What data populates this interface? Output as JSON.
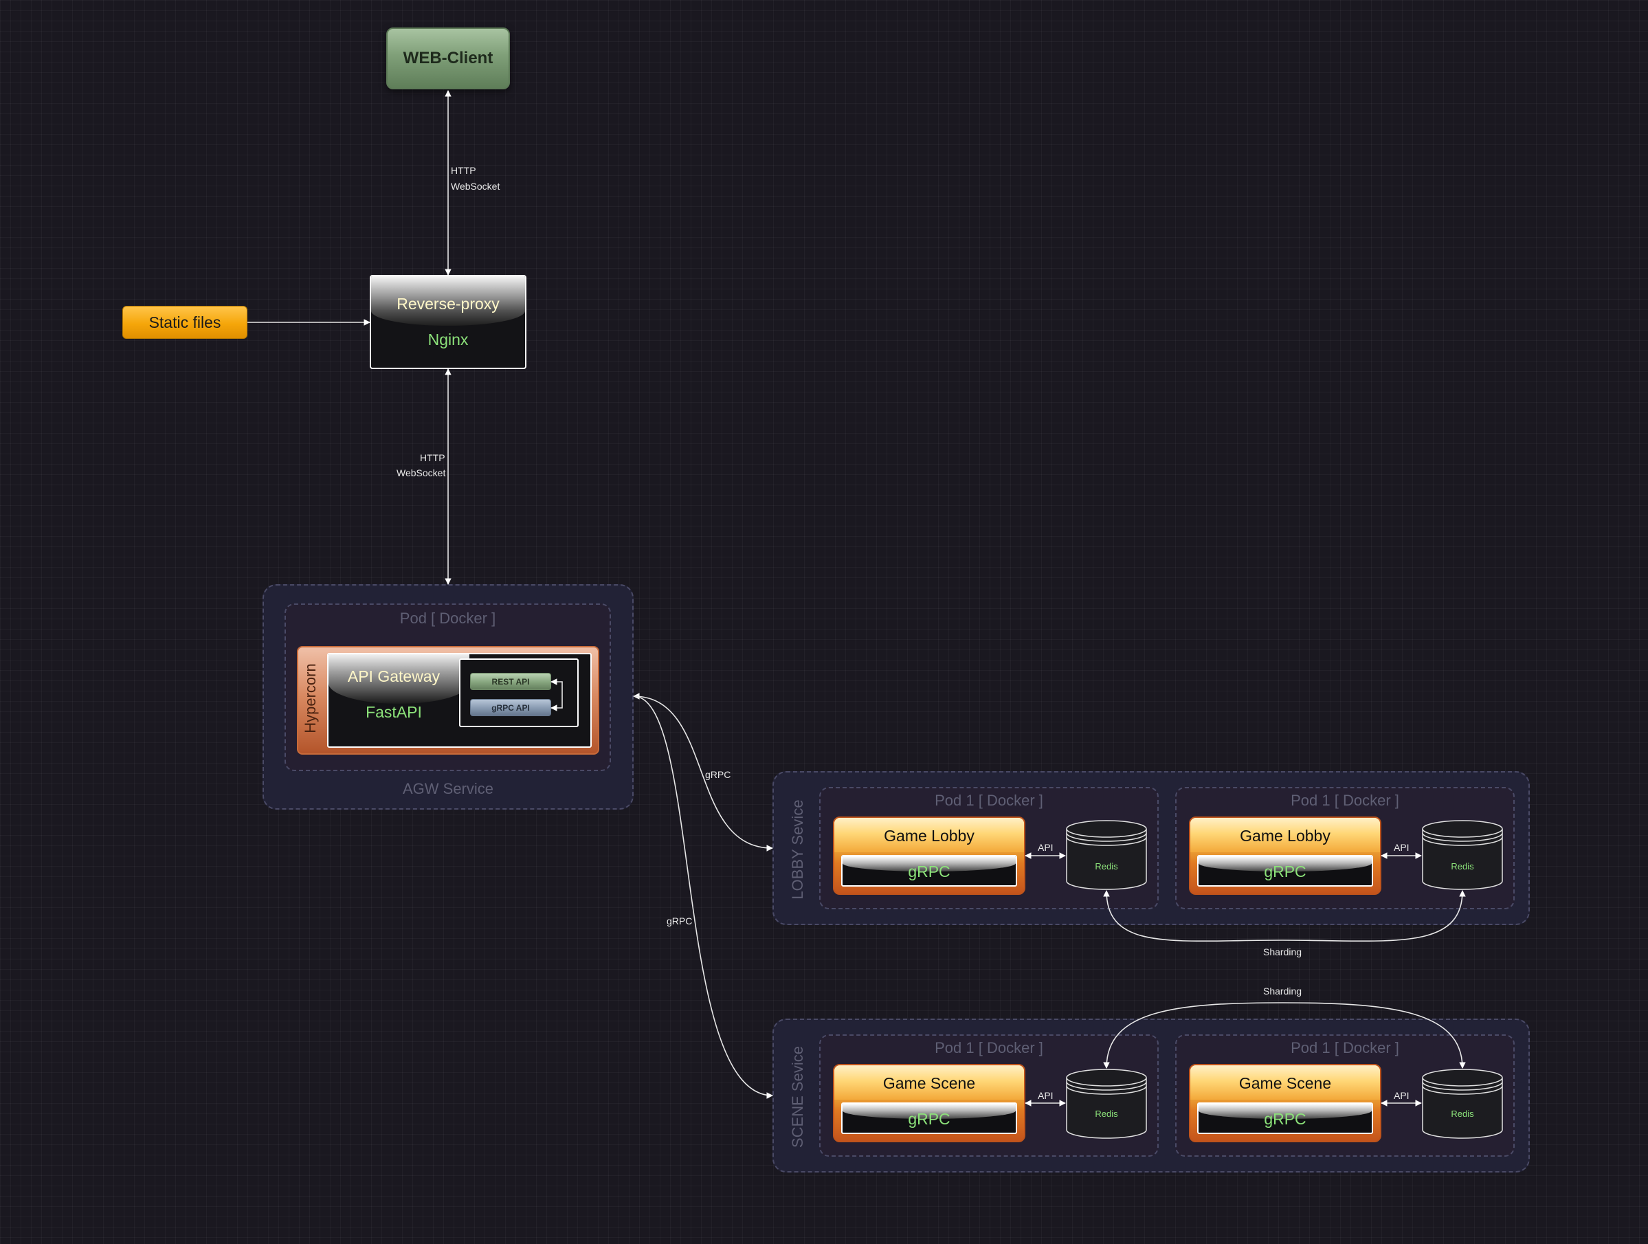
{
  "nodes": {
    "web_client": "WEB-Client",
    "static_files": "Static files",
    "reverse_proxy": {
      "title": "Reverse-proxy",
      "tech": "Nginx"
    },
    "api_gateway": {
      "title": "API Gateway",
      "tech": "FastAPI",
      "server": "Hypercorn"
    },
    "rest_api": "REST API",
    "grpc_api": "gRPC API"
  },
  "containers": {
    "agw_service": "AGW Service",
    "agw_pod": "Pod [ Docker ]",
    "lobby_service": "LOBBY Sevice",
    "scene_service": "SCENE Sevice",
    "pod_title": "Pod 1 [ Docker ]"
  },
  "lobby": {
    "component": "Game Lobby",
    "protocol": "gRPC",
    "db": "Redis"
  },
  "scene": {
    "component": "Game Scene",
    "protocol": "gRPC",
    "db": "Redis"
  },
  "edges": {
    "http": "HTTP",
    "websocket": "WebSocket",
    "grpc": "gRPC",
    "api": "API",
    "sharding": "Sharding"
  },
  "colors": {
    "background": "#1a1820",
    "web_client": "#7f9f78",
    "static_files": "#f5a60a",
    "component_orange": "#e07a22",
    "container": "#222236",
    "pod": "#251f31",
    "text_green": "#8ce27a",
    "connector": "#ffffff"
  }
}
